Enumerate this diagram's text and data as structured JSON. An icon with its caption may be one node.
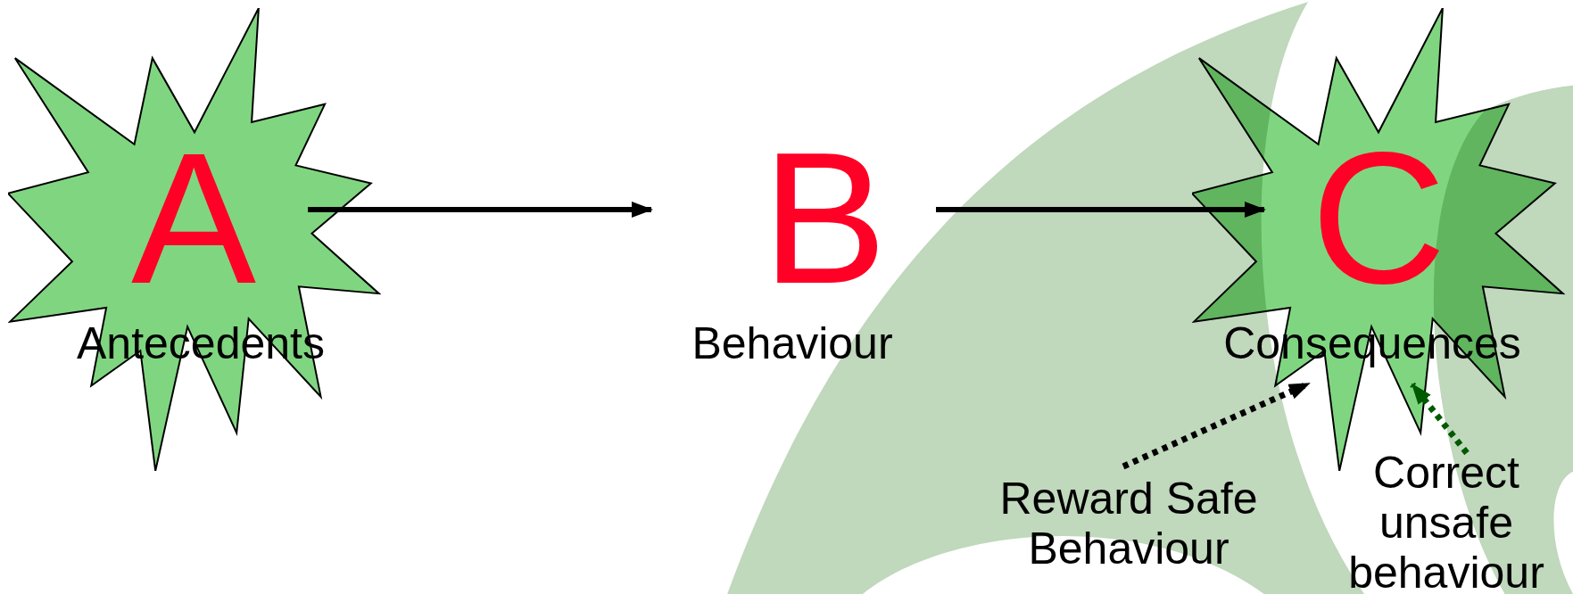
{
  "diagram": {
    "nodes": [
      {
        "text": [
          "A",
          "Antecedents"
        ]
      },
      {
        "text": [
          "B",
          "Behaviour"
        ]
      },
      {
        "text": [
          "C",
          "Consequences"
        ]
      },
      {
        "text": [
          "Reward Safe Behaviour"
        ]
      },
      {
        "text": [
          "Correct unsafe behaviour"
        ]
      }
    ],
    "edges": [
      {
        "from": 0,
        "to": 1,
        "arrow": "to"
      },
      {
        "from": 1,
        "to": 2,
        "arrow": "to"
      },
      {
        "from": 3,
        "to": 2,
        "arrow": "to",
        "style": "dashed"
      },
      {
        "from": 4,
        "to": 2,
        "arrow": "to",
        "style": "dashed",
        "color": "#005a00"
      }
    ]
  }
}
